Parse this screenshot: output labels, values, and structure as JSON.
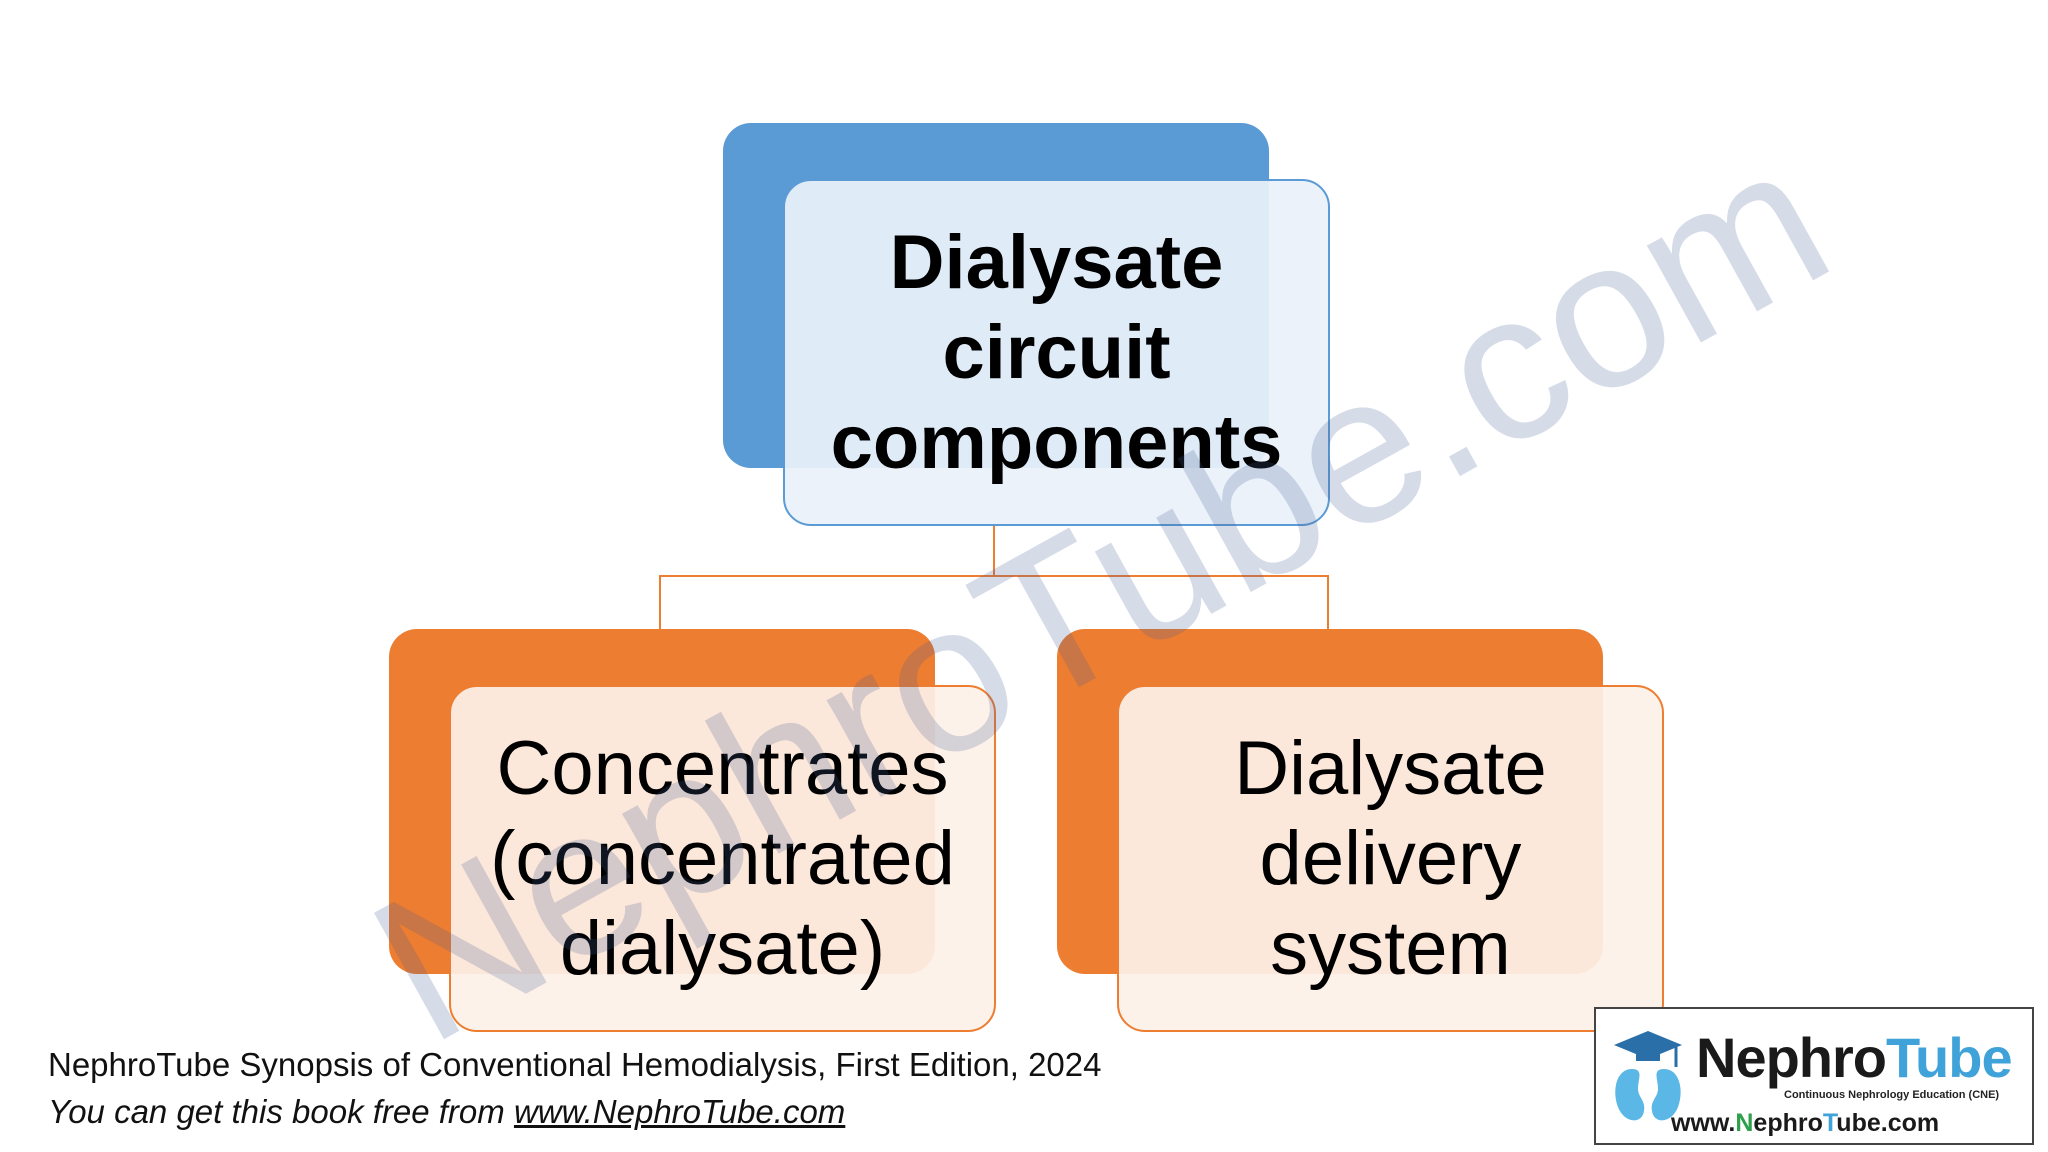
{
  "diagram": {
    "top": {
      "lines": [
        "Dialysate",
        "circuit",
        "components"
      ]
    },
    "left": {
      "lines": [
        "Concentrates",
        "(concentrated",
        "dialysate)"
      ]
    },
    "right": {
      "lines": [
        "Dialysate",
        "delivery",
        "system"
      ]
    },
    "colors": {
      "blue": "#5b9bd5",
      "orange": "#ed7d31"
    }
  },
  "watermark": "NephroTube.com",
  "footer": {
    "line1": "NephroTube Synopsis of Conventional Hemodialysis, First Edition, 2024",
    "line2_prefix": "You can get this book free from ",
    "line2_link": "www.NephroTube.com"
  },
  "logo": {
    "name_a": "Nephro",
    "name_b": "Tube",
    "tagline": "Continuous Nephrology Education (CNE)",
    "url_a": "www.",
    "url_b": "N",
    "url_c": "ephro",
    "url_d": "T",
    "url_e": "ube.com",
    "icon": "kidney-graduation-cap-icon"
  }
}
